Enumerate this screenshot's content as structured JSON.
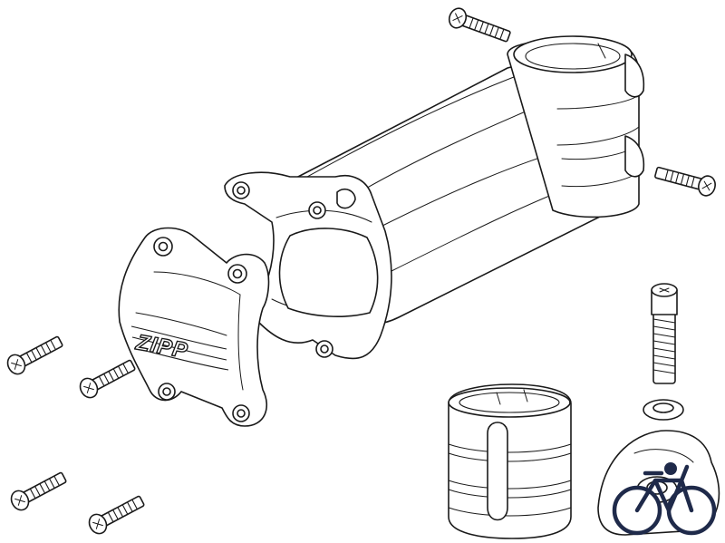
{
  "brand": {
    "stem_logo_text": "ZIPP"
  },
  "watermark": {
    "icon": "bicycle-icon",
    "color": "#1f2a4a"
  },
  "parts": {
    "icons": [
      "stem-body",
      "faceplate",
      "bolt",
      "washer",
      "top-cap",
      "compression-plug"
    ]
  }
}
